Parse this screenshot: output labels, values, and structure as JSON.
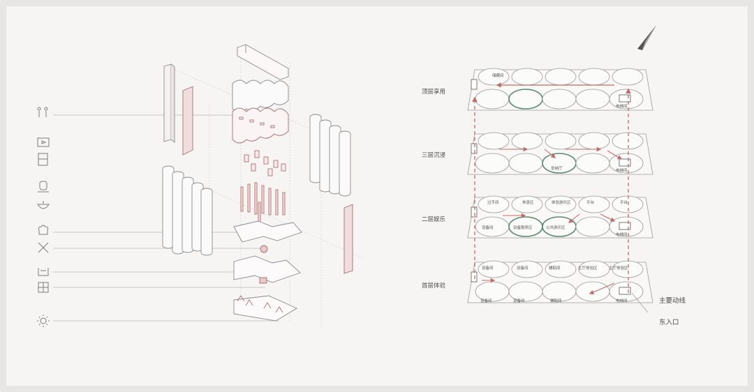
{
  "floors": {
    "top": "顶层享用",
    "third": "三层沉浸",
    "second": "二层娱乐",
    "first": "首层体验"
  },
  "rooms": {
    "top_a": "储藏间",
    "top_elev": "电梯间",
    "third_center": "坐纳厅",
    "third_elev": "电梯间",
    "second_t1": "过手间",
    "second_t2": "休息区",
    "second_t3": "体验游乐区",
    "second_t4": "平台",
    "second_t5": "平台",
    "second_b1": "设备间",
    "second_b2": "设备服务区",
    "second_b3": "公共游乐区",
    "second_elev": "电梯间",
    "first_t1": "设备间",
    "first_t2": "设备间",
    "first_t3": "辅助间",
    "first_t4": "主厅体验区",
    "first_t5": "主厅体验区",
    "first_b1": "设备间",
    "first_b2": "设备间",
    "first_b3": "辅助间",
    "first_elev": "电梯间"
  },
  "legend": {
    "main_route": "主要动线",
    "east_entrance": "东入口"
  },
  "icons": [
    "people-icon",
    "tv-icon",
    "fridge-icon",
    "seat-icon",
    "bowl-icon",
    "chef-hat-icon",
    "utensils-icon",
    "sofa-icon",
    "cabinet-icon",
    "sun-icon"
  ],
  "colors": {
    "line": "#9a9a9a",
    "red": "#c06a6a",
    "green": "#5a8a70",
    "pink": "#d9a8a8"
  }
}
